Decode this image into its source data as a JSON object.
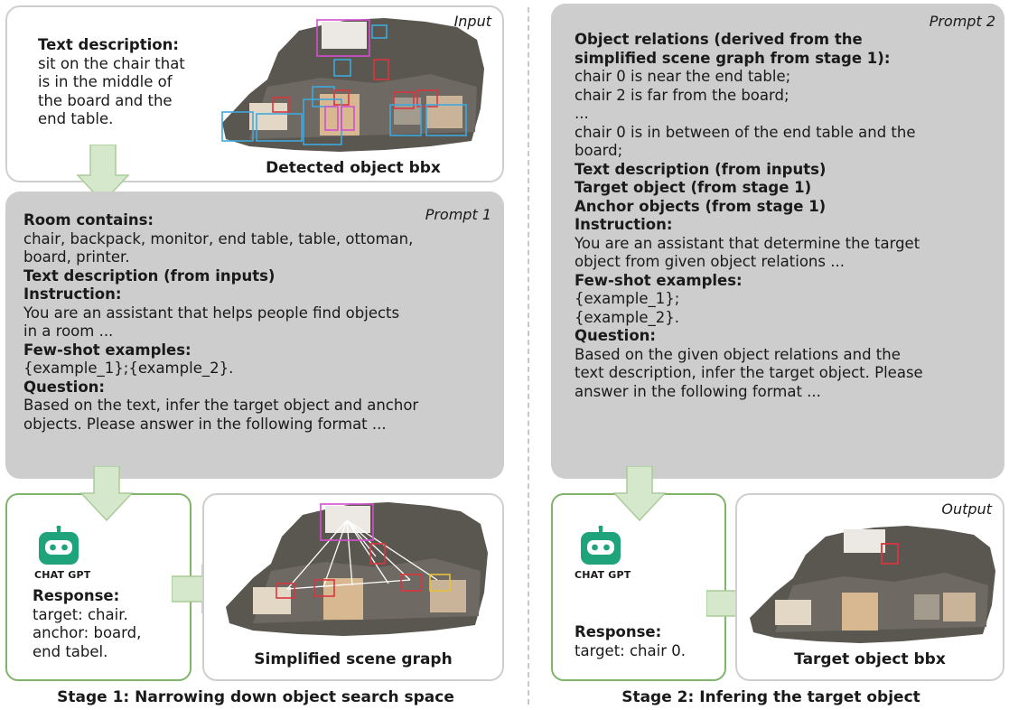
{
  "input_box": {
    "corner_label": "Input",
    "text_heading": "Text description:",
    "text_lines": [
      "sit on the chair that",
      "is in the middle of",
      "the board and the",
      "end table."
    ],
    "image_caption": "Detected object bbx"
  },
  "prompt1": {
    "corner_label": "Prompt 1",
    "room_heading": "Room contains:",
    "room_lines": [
      "chair, backpack, monitor, end table, table, ottoman,",
      "board, printer."
    ],
    "text_desc": "Text description (from inputs)",
    "instruction_heading": "Instruction:",
    "instruction_lines": [
      "You are an assistant that helps people find objects",
      "in a room ..."
    ],
    "fewshot_heading": "Few-shot examples:",
    "fewshot_line": "{example_1};{example_2}.",
    "question_heading": "Question:",
    "question_lines": [
      "Based on the text, infer the target object and anchor",
      "objects. Please answer in the following format ..."
    ]
  },
  "gpt1": {
    "logo_text": "CHAT GPT",
    "response_heading": "Response:",
    "response_lines": [
      "target: chair.",
      "anchor: board,",
      "end tabel."
    ]
  },
  "scene_graph_box": {
    "caption": "Simplified scene graph"
  },
  "stage1_title": "Stage 1: Narrowing down object search space",
  "prompt2": {
    "corner_label": "Prompt 2",
    "relations_heading_lines": [
      "Object relations (derived from the",
      "simplified scene graph from stage 1):"
    ],
    "relation_lines": [
      "chair 0 is near the end table;",
      "chair 2 is far from the board;",
      "...",
      "chair 0 is in between of the end table and the",
      "board;"
    ],
    "text_desc": "Text description (from inputs)",
    "target_obj": "Target object (from stage 1)",
    "anchor_obj": "Anchor objects (from stage 1)",
    "instruction_heading": "Instruction:",
    "instruction_lines": [
      "You are an assistant that determine the target",
      "object from given object relations ..."
    ],
    "fewshot_heading": "Few-shot examples:",
    "fewshot_lines": [
      "{example_1};",
      "{example_2}."
    ],
    "question_heading": "Question:",
    "question_lines": [
      "Based on the given object relations and the",
      "text description, infer the target object. Please",
      "answer in the following format ..."
    ]
  },
  "gpt2": {
    "logo_text": "CHAT GPT",
    "response_heading": "Response:",
    "response_line": "target: chair 0."
  },
  "output_box": {
    "corner_label": "Output",
    "caption": "Target object bbx"
  },
  "stage2_title": "Stage 2: Infering the target object",
  "colors": {
    "gray_panel": "#cdcdcd",
    "green_border": "#7fb46a",
    "arrow_fill": "#d6e8cc",
    "arrow_stroke": "#a9cc98",
    "gpt_logo": "#1fa37a",
    "bbox_blue": "#3fa9dc",
    "bbox_red": "#d9363e",
    "bbox_magenta": "#d44fd0",
    "bbox_yellow": "#e7c33a"
  }
}
